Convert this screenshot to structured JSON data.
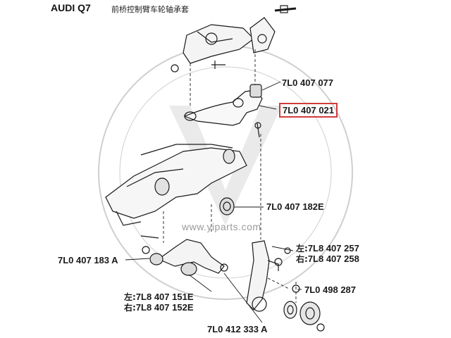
{
  "header": {
    "model": "AUDI  Q7",
    "description": "前桥控制臂车轮轴承套"
  },
  "watermark": {
    "site": "www.yiparts.com"
  },
  "parts": [
    {
      "number": "7L0 407 077"
    },
    {
      "number": "7L0 407 021",
      "highlighted": true
    },
    {
      "number": "7L0 407 182E"
    },
    {
      "number": "7L0 407 183 A"
    },
    {
      "side": "左:",
      "number": "7L8 407 257"
    },
    {
      "side": "右:",
      "number": "7L8 407 258"
    },
    {
      "number": "7L0 498 287"
    },
    {
      "side": "左:",
      "number": "7L8 407 151E"
    },
    {
      "side": "右:",
      "number": "7L8 407 152E"
    },
    {
      "number": "7L0 412 333 A"
    }
  ],
  "colors": {
    "highlight": "#d23b3b",
    "line": "#1a1a1a",
    "watermark": "#c8c8c8"
  }
}
